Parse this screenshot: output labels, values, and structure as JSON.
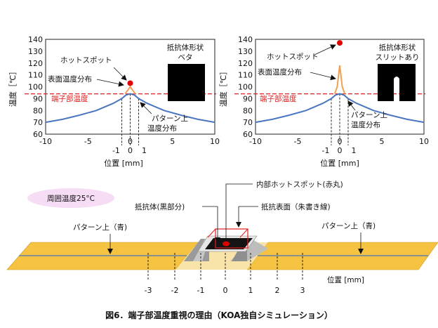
{
  "caption": "図6．端子部温度重視の理由（KOA独自シミュレーション）",
  "charts": [
    {
      "id": "left",
      "ylabel": "温度［℃］",
      "xlabel": "位置 [mm]",
      "yticks": [
        "140",
        "130",
        "120",
        "110",
        "100",
        "90",
        "80",
        "70",
        "60"
      ],
      "xticks": [
        "-10",
        "-5",
        "0",
        "5",
        "10"
      ],
      "below_ticks": [
        "-1",
        "0",
        "1"
      ],
      "hotspot_label": "ホットスポット",
      "surface_label": "表面温度分布",
      "terminal_label": "端子部温度",
      "pattern_label": [
        "パターン上",
        "温度分布"
      ],
      "resistor_label": [
        "抵抗体形状",
        "ベタ"
      ]
    },
    {
      "id": "right",
      "ylabel": "温度［℃］",
      "xlabel": "位置 [mm]",
      "yticks": [
        "140",
        "130",
        "120",
        "110",
        "100",
        "90",
        "80",
        "70",
        "60"
      ],
      "xticks": [
        "-10",
        "-5",
        "0",
        "5",
        "10"
      ],
      "below_ticks": [
        "-1",
        "0",
        "1"
      ],
      "hotspot_label": "ホットスポット",
      "surface_label": "表面温度分布",
      "terminal_label": "端子部温度",
      "pattern_label": [
        "パターン上",
        "温度分布"
      ],
      "resistor_label": [
        "抵抗体形状",
        "スリットあり"
      ]
    }
  ],
  "chart_data": [
    {
      "type": "line",
      "series": [
        {
          "x": [
            -10,
            -8,
            -6,
            -4,
            -2,
            -1,
            -0.5,
            0,
            0.5,
            1,
            2,
            4,
            6,
            8,
            10
          ],
          "y": [
            70,
            72.5,
            76,
            80,
            86,
            90,
            93,
            94,
            93,
            90,
            86,
            80,
            76,
            72.5,
            70
          ]
        }
      ],
      "surface": {
        "x": [
          -0.6,
          -0.3,
          0,
          0.3,
          0.6
        ],
        "y": [
          94,
          97,
          100,
          97,
          94
        ]
      },
      "hotspot": {
        "x": 0,
        "y": 103
      },
      "terminal_temperature": 94,
      "xlim": [
        -10,
        10
      ],
      "ylim": [
        60,
        140
      ]
    },
    {
      "type": "line",
      "series": [
        {
          "x": [
            -10,
            -8,
            -6,
            -4,
            -2,
            -1,
            -0.5,
            0,
            0.5,
            1,
            2,
            4,
            6,
            8,
            10
          ],
          "y": [
            70,
            72.5,
            76,
            80,
            86,
            90,
            93,
            94,
            93,
            90,
            86,
            80,
            76,
            72.5,
            70
          ]
        }
      ],
      "surface": {
        "x": [
          -0.6,
          -0.3,
          0,
          0.3,
          0.6
        ],
        "y": [
          94,
          100,
          118,
          100,
          94
        ]
      },
      "hotspot": {
        "x": 0,
        "y": 137
      },
      "terminal_temperature": 94,
      "xlim": [
        -10,
        10
      ],
      "ylim": [
        60,
        140
      ]
    }
  ],
  "diagram": {
    "ambient": "周囲温度25°C",
    "inner_hotspot": "内部ホットスポット(赤丸)",
    "resistor_body": "抵抗体(黒部分)",
    "resistor_surface": "抵抗表面（朱書き線)",
    "pattern_left": "パターン上（青)",
    "pattern_right": "パターン上（青)",
    "position_label": "位置 [mm]",
    "positions": [
      "-3",
      "-2",
      "-1",
      "0",
      "1",
      "2",
      "3"
    ]
  },
  "colors": {
    "curve": "#4a76c0",
    "terminal_line": "#e02020",
    "hotspot": "#e00000",
    "surface": "#f0a050",
    "pcb": "#f5c242",
    "ambient_bg": "#f6dcf4"
  }
}
